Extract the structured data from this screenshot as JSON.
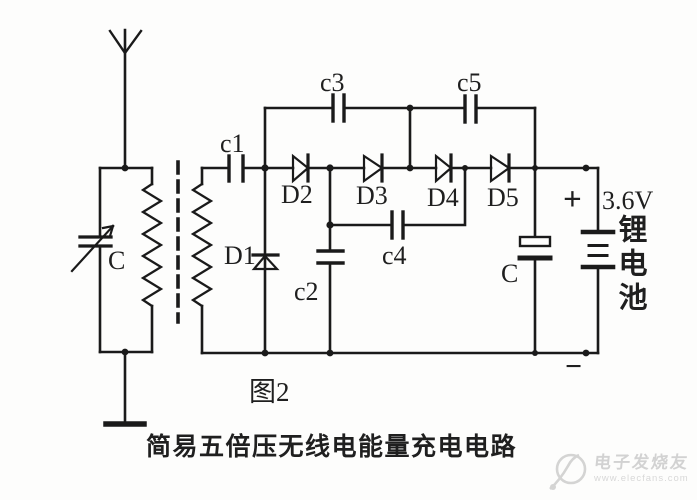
{
  "labels": {
    "antenna_variable_cap": "C",
    "c1": "c1",
    "c2": "c2",
    "c3": "c3",
    "c4": "c4",
    "c5": "c5",
    "d1": "D1",
    "d2": "D2",
    "d3": "D3",
    "d4": "D4",
    "d5": "D5",
    "filter_cap": "C",
    "battery_plus": "+",
    "battery_minus": "−",
    "battery_voltage": "3.6V",
    "battery_type": "锂电池",
    "figure_label": "图2",
    "caption": "简易五倍压无线电能量充电电路"
  },
  "watermark": {
    "brand": "电子发烧友",
    "url": "www.elecfans.com"
  },
  "colors": {
    "line": "#1a1a1a",
    "background": "#fdfdfc",
    "watermark_gray": "#cbcbcb"
  }
}
